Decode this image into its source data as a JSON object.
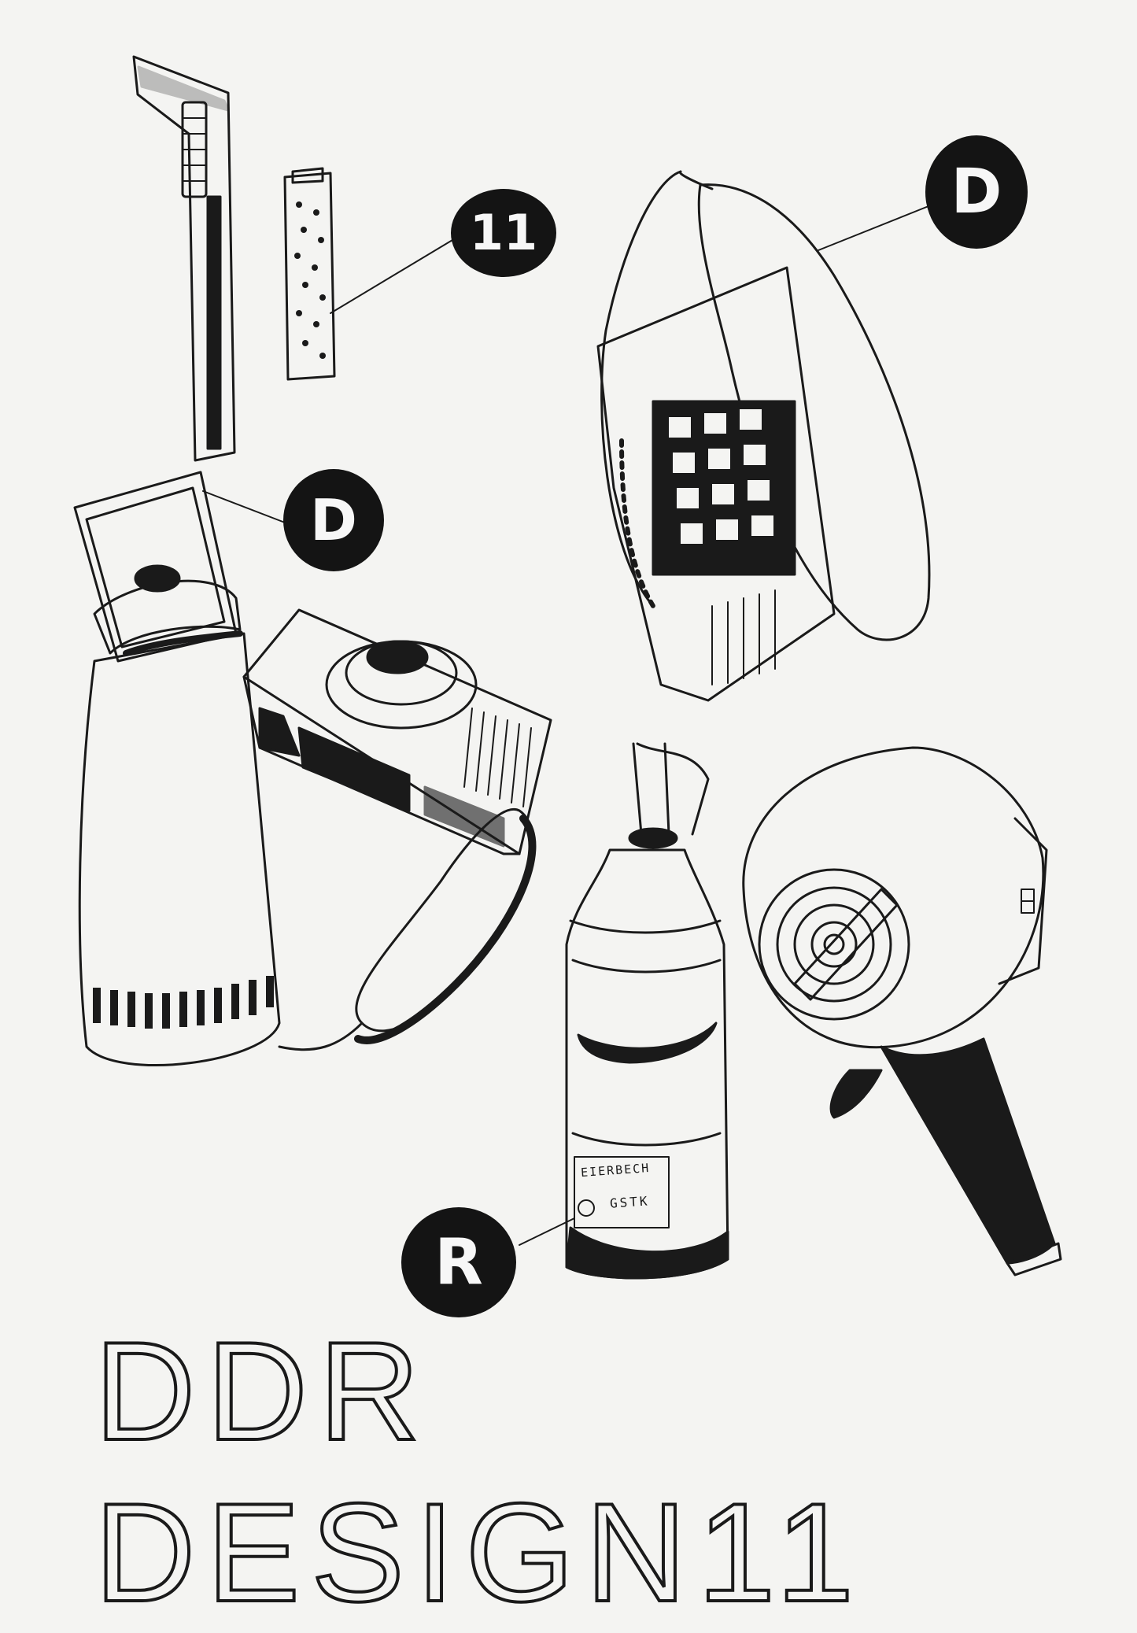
{
  "badges": {
    "b1": "11",
    "b2": "D",
    "b3": "D",
    "b4": "R"
  },
  "bottle_label": {
    "line1": "EIERBECH",
    "line2": "GSTK"
  },
  "title": "DDR DESIGN11",
  "colors": {
    "ink": "#141414",
    "paper": "#f4f4f2"
  }
}
